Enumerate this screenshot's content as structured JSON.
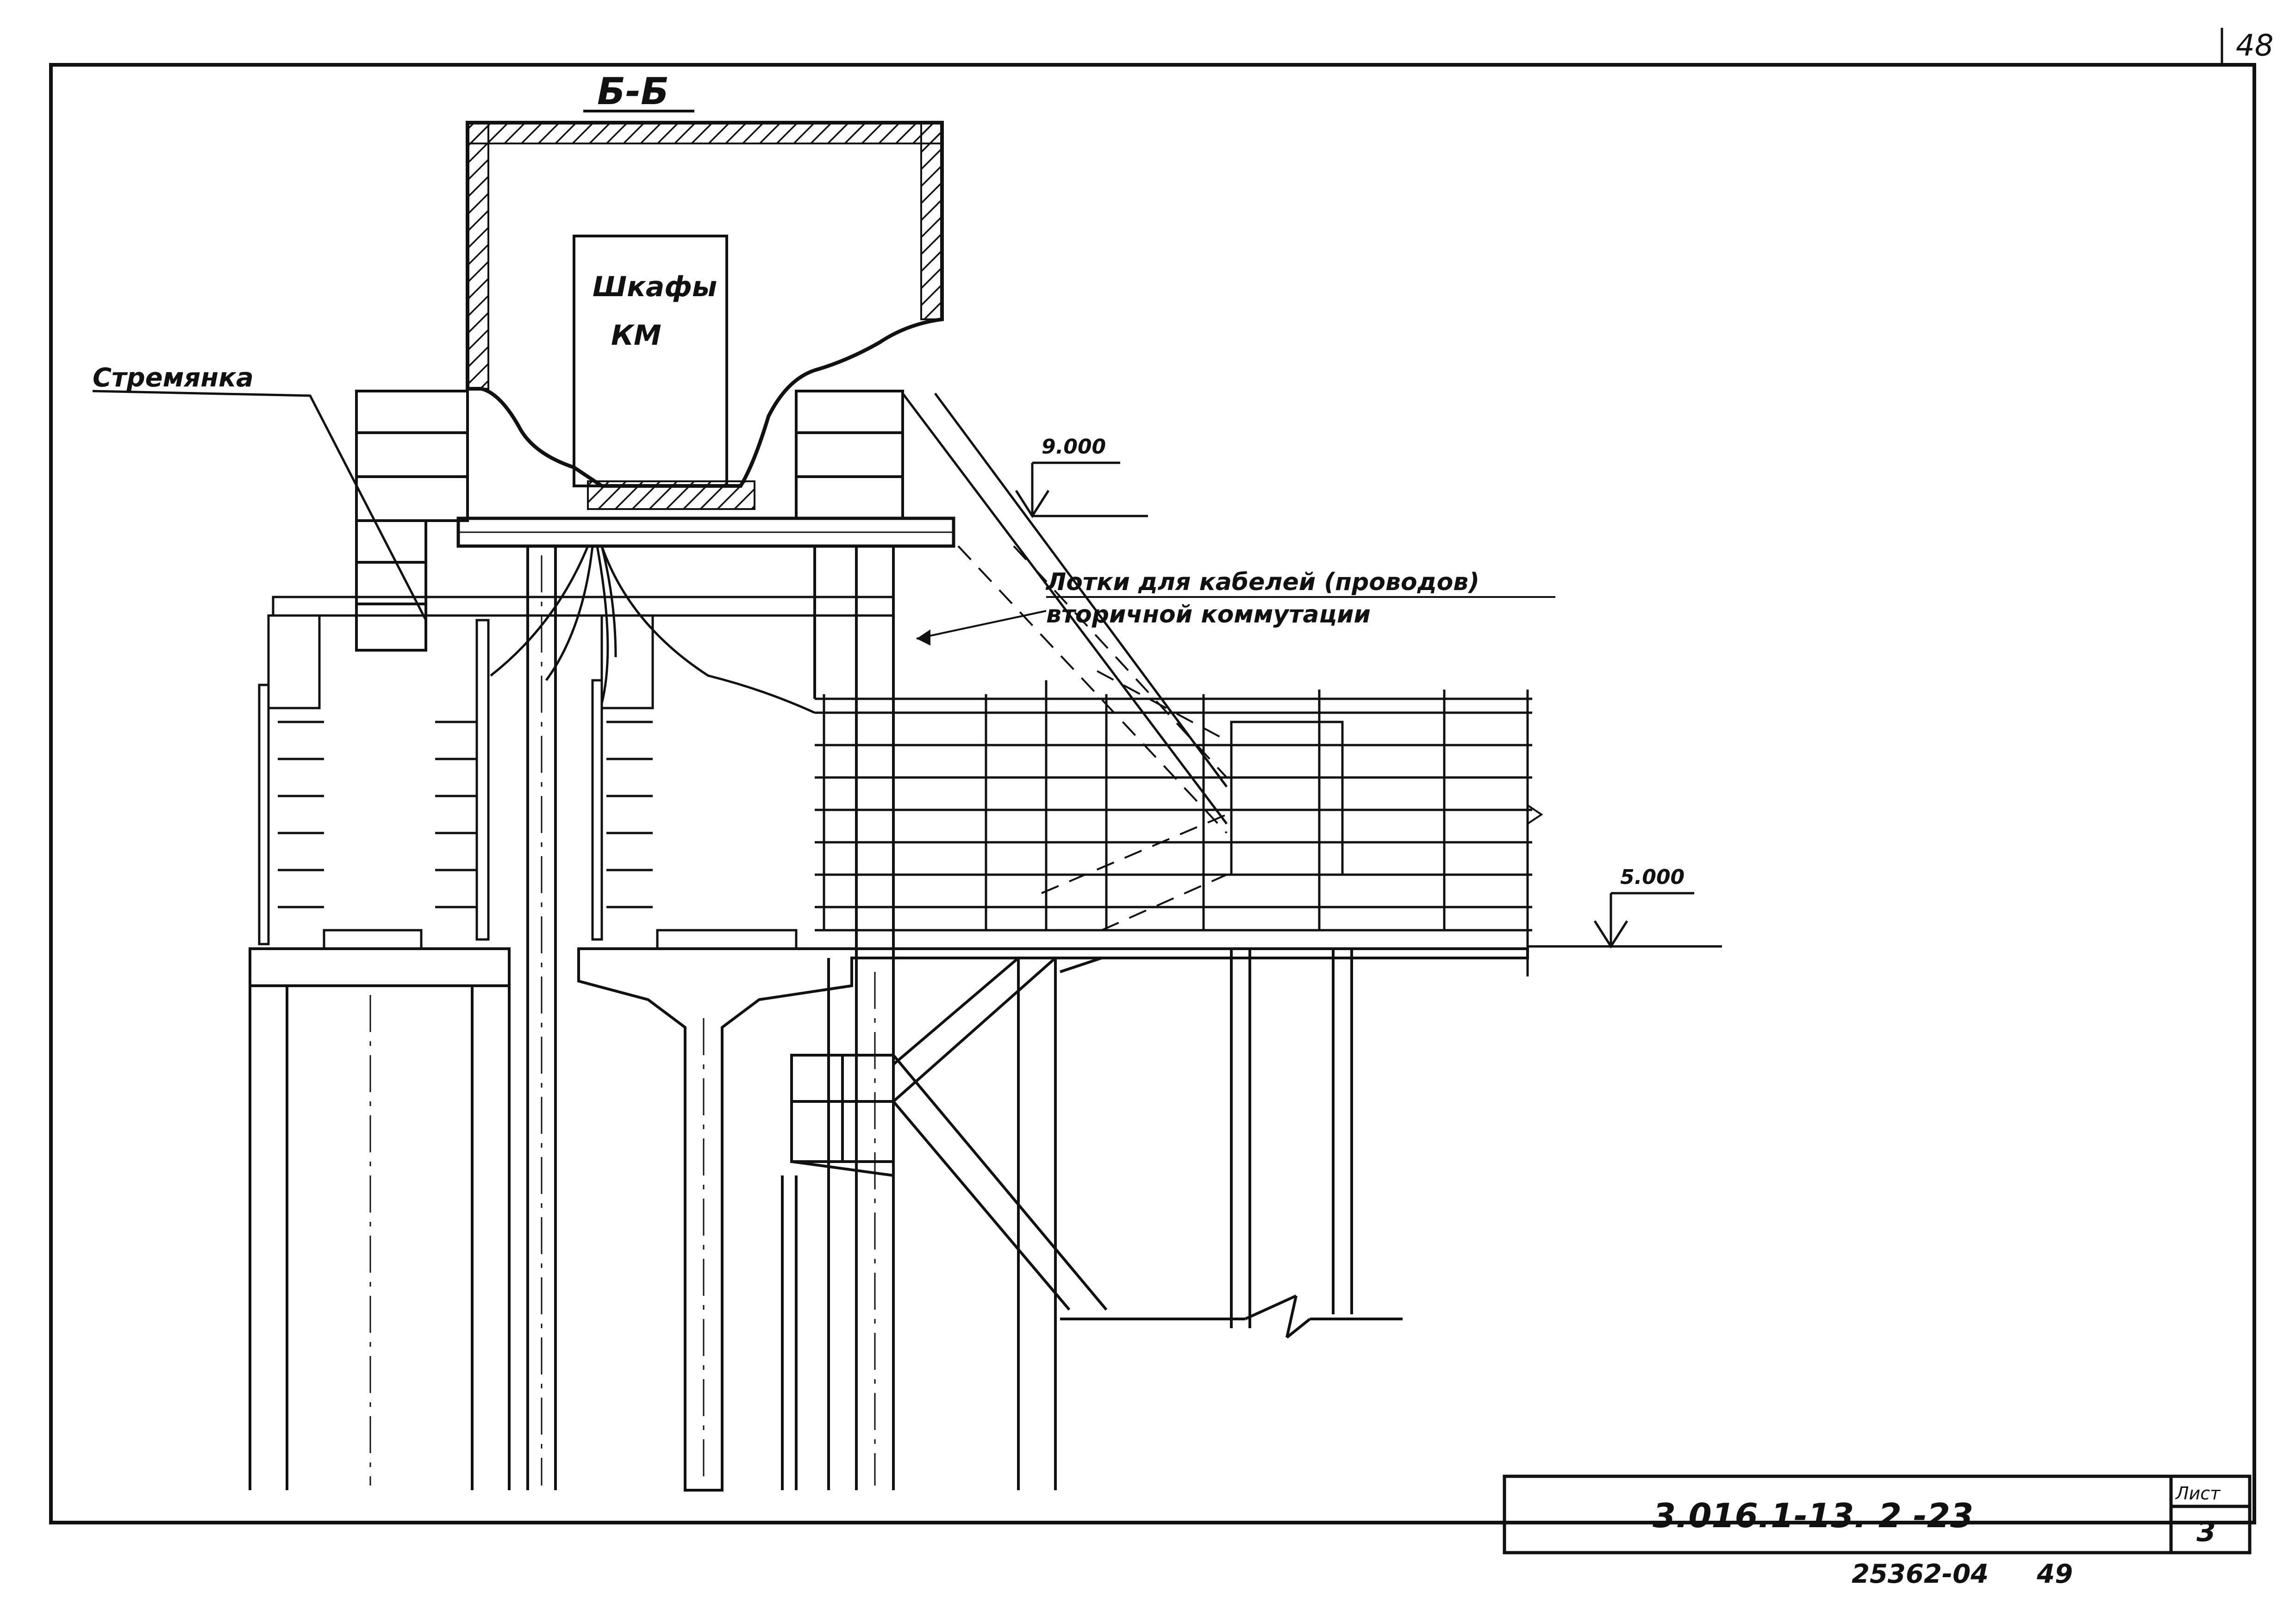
{
  "sheet": {
    "page_number": "48",
    "section_title": "Б-Б",
    "cabinet_label_line1": "Шкафы",
    "cabinet_label_line2": "КМ",
    "ladder_label": "Стремянка",
    "tray_label_line1": "Лотки для кабелей (проводов)",
    "tray_label_line2": "вторичной коммутации",
    "elevation_top": "9.000",
    "elevation_bottom": "5.000"
  },
  "title_block": {
    "document_code": "3.016.1-13. 2 -23",
    "sheet_header": "Лист",
    "sheet_number": "3"
  },
  "footer": {
    "archive_number": "25362-04",
    "footer_page": "49"
  },
  "colors": {
    "ink": "#111111",
    "paper": "#ffffff"
  }
}
